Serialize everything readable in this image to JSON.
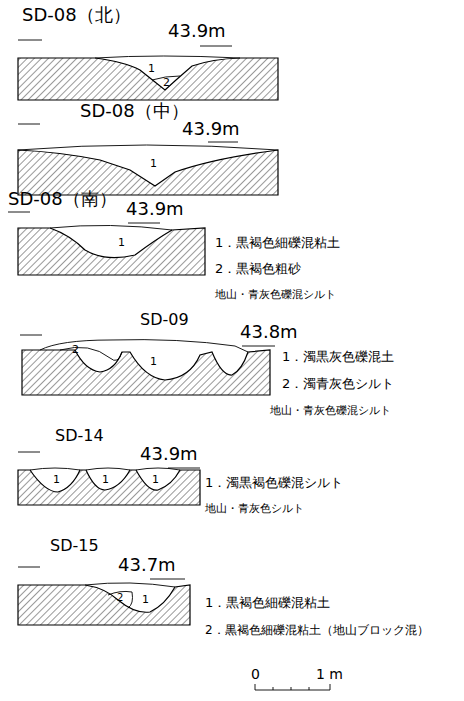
{
  "diagram": {
    "labels": [
      "SD-08（北）",
      "43.9m",
      "1",
      "2",
      "SD-08（中）",
      "43.9m",
      "1",
      "SD-08（南）",
      "43.9m",
      "1",
      "1．黒褐色細礫混粘土",
      "2．黒褐色粗砂",
      "地山・青灰色礫混シルト",
      "SD-09",
      "43.8m",
      "2",
      "1",
      "1．濁黒灰色礫混土",
      "2．濁青灰色シルト",
      "地山・青灰色礫混シルト",
      "SD-14",
      "43.9m",
      "1",
      "1",
      "1",
      "1．濁黒褐色礫混シルト",
      "地山・青灰色シルト",
      "SD-15",
      "43.7m",
      "2",
      "1",
      "1．黒褐色細礫混粘土",
      "2．黒褐色細礫混粘土（地山ブロック混）",
      "0",
      "1 m"
    ]
  }
}
